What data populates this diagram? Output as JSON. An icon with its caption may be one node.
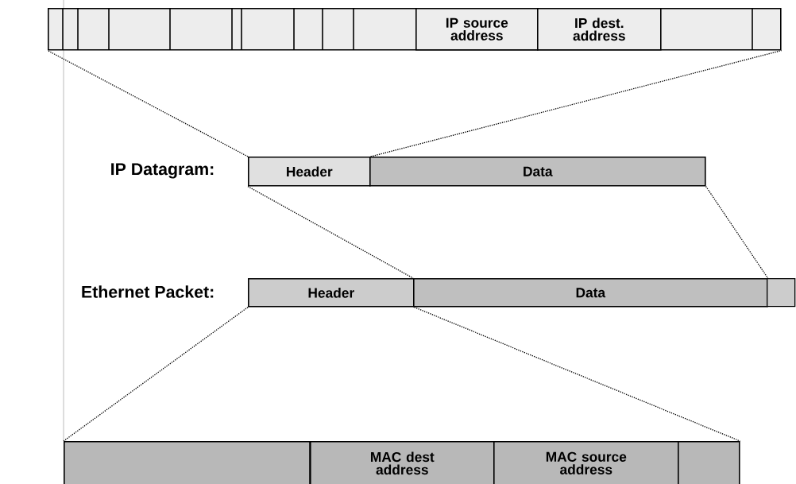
{
  "diagram": {
    "nodes": [
      {
        "text": [],
        "shape": "bar"
      },
      {
        "text": [
          "IP source address"
        ],
        "in": 0
      },
      {
        "text": [
          "IP dest. address"
        ],
        "in": 0
      },
      {
        "text": [
          "Header"
        ]
      },
      {
        "text": [
          "Data"
        ]
      },
      {
        "text": [
          "Header"
        ]
      },
      {
        "text": [
          "Data"
        ]
      },
      {
        "text": [],
        "shape": "box"
      },
      {
        "text": [],
        "shape": "bar"
      },
      {
        "text": [
          "MAC dest address"
        ],
        "in": 8
      },
      {
        "text": [
          "MAC source address"
        ],
        "in": 8
      }
    ],
    "edges": [
      {
        "from": 3,
        "to": 0,
        "arrow": "none",
        "style": "dashed"
      },
      {
        "from": 3,
        "to": 0,
        "arrow": "none",
        "style": "dashed"
      },
      {
        "from": 3,
        "to": 6,
        "arrow": "none",
        "style": "dashed"
      },
      {
        "from": 4,
        "to": 6,
        "arrow": "none",
        "style": "dashed"
      },
      {
        "from": 5,
        "to": 8,
        "arrow": "none",
        "style": "dashed"
      },
      {
        "from": 5,
        "to": 8,
        "arrow": "none",
        "style": "dashed"
      }
    ],
    "labels": [
      "IP Datagram:",
      "Ethernet Packet:"
    ]
  }
}
